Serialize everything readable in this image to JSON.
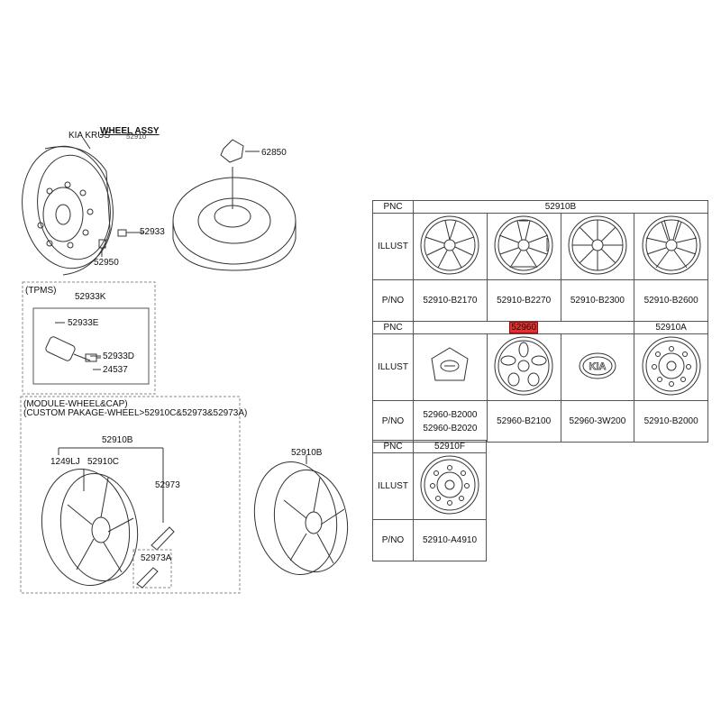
{
  "left_labels": {
    "wheel_assy_title": "WHEEL ASSY",
    "kia_krus_note": "KIA KRUS",
    "kia_krus_tail": "52910",
    "pn_62850": "62850",
    "pn_52933": "52933",
    "pn_52950": "52950"
  },
  "tpms": {
    "title": "(TPMS)",
    "kit": "52933K",
    "valve": "52933E",
    "sensor": "52933D",
    "nut": "24537"
  },
  "module": {
    "title1": "(MODULE-WHEEL&CAP)",
    "title2": "(CUSTOM PAKAGE-WHEEL>52910C&52973&52973A)",
    "wheel": "52910B",
    "bolt": "1249LJ",
    "wheel_c": "52910C",
    "trim": "52973",
    "trim_a": "52973A",
    "standalone_wheel": "52910B"
  },
  "table": {
    "pnc_label": "PNC",
    "illust_label": "ILLUST",
    "pno_label": "P/NO",
    "section1": {
      "pnc": "52910B",
      "parts": [
        "52910-B2170",
        "52910-B2270",
        "52910-B2300",
        "52910-B2600"
      ]
    },
    "section2": {
      "pnc_highlight": "52960",
      "pnc_right": "52910A",
      "parts": [
        {
          "line1": "52960-B2000",
          "line2": "52960-B2020"
        },
        {
          "line1": "52960-B2100",
          "line2": ""
        },
        {
          "line1": "52960-3W200",
          "line2": ""
        },
        {
          "line1": "52910-B2000",
          "line2": ""
        }
      ]
    },
    "section3": {
      "pnc": "52910F",
      "parts": [
        "52910-A4910"
      ]
    }
  },
  "colors": {
    "highlight": "#e53030",
    "line": "#333333"
  }
}
